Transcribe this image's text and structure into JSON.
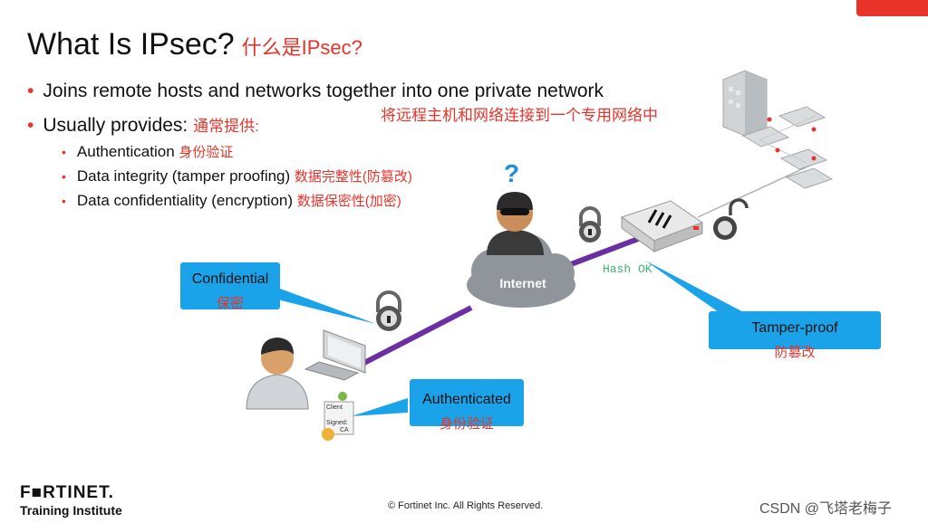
{
  "slide": {
    "title": "What Is IPsec?",
    "title_cn": "什么是IPsec?",
    "bullets": [
      {
        "text": "Joins remote hosts and networks together into one private network"
      },
      {
        "text": "Usually provides:",
        "cn": "通常提供:"
      }
    ],
    "bullet1_cn": "将远程主机和网络连接到一个专用网络中",
    "sub_bullets": [
      {
        "text": "Authentication",
        "cn": "身份验证"
      },
      {
        "text": "Data integrity (tamper proofing)",
        "cn": "数据完整性(防篡改)"
      },
      {
        "text": "Data confidentiality (encryption)",
        "cn": "数据保密性(加密)"
      }
    ]
  },
  "diagram": {
    "internet_label": "Internet",
    "question_mark": "?",
    "hash_label": "Hash OK",
    "callouts": {
      "confidential": {
        "label": "Confidential",
        "cn": "保密"
      },
      "authenticated": {
        "label": "Authenticated",
        "cn": "身份验证"
      },
      "tamper": {
        "label": "Tamper-proof",
        "cn": "防篡改"
      }
    },
    "certificate": {
      "line1": "Client",
      "line2": "Signed:",
      "line3": "CA"
    }
  },
  "footer": {
    "logo": "F■RTINET.",
    "subtitle": "Training Institute",
    "copyright": "© Fortinet Inc. All Rights Reserved.",
    "watermark": "CSDN @飞塔老梅子"
  },
  "colors": {
    "accent_red": "#e8332b",
    "callout_blue": "#1aa3e8",
    "tunnel_purple": "#6a2fa3",
    "hash_green": "#3cb371"
  }
}
